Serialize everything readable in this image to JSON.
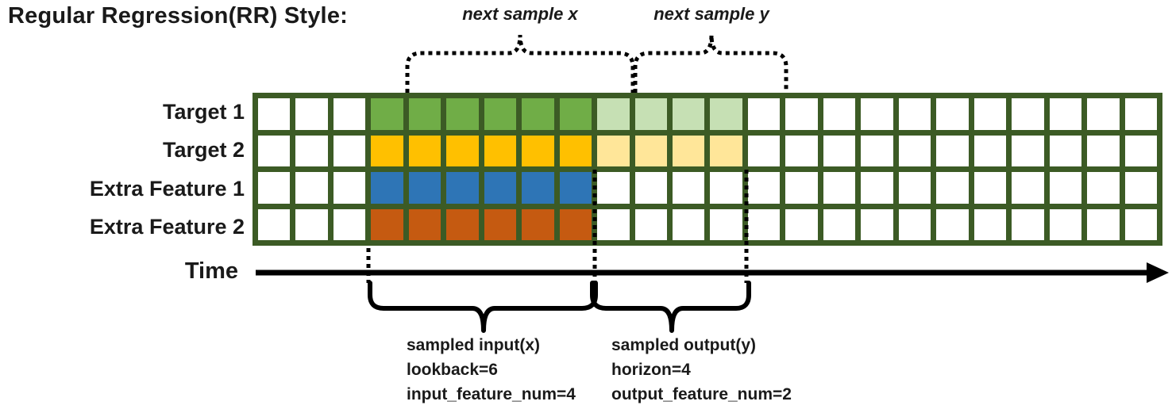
{
  "title": "Regular Regression(RR) Style:",
  "grid": {
    "columns": 24,
    "row_count": 4,
    "input_start": 3,
    "input_length": 6,
    "output_length": 4,
    "border_color": "#3C5B25",
    "empty_color": "#FFFFFF",
    "rows": [
      {
        "label": "Target 1",
        "input_color": "#70AD47",
        "output_color": "#C6E0B4"
      },
      {
        "label": "Target 2",
        "input_color": "#FFC000",
        "output_color": "#FFE699"
      },
      {
        "label": "Extra Feature 1",
        "input_color": "#2E75B6",
        "output_color": null
      },
      {
        "label": "Extra Feature 2",
        "input_color": "#C55A11",
        "output_color": null
      }
    ]
  },
  "annotations": {
    "next_sample_x": "next sample x",
    "next_sample_y": "next sample y",
    "input_title": "sampled input(x)",
    "input_line2": "lookback=6",
    "input_line3": "input_feature_num=4",
    "output_title": "sampled output(y)",
    "output_line2": "horizon=4",
    "output_line3": "output_feature_num=2"
  },
  "time_axis": {
    "label": "Time"
  },
  "line_color": "#000000"
}
